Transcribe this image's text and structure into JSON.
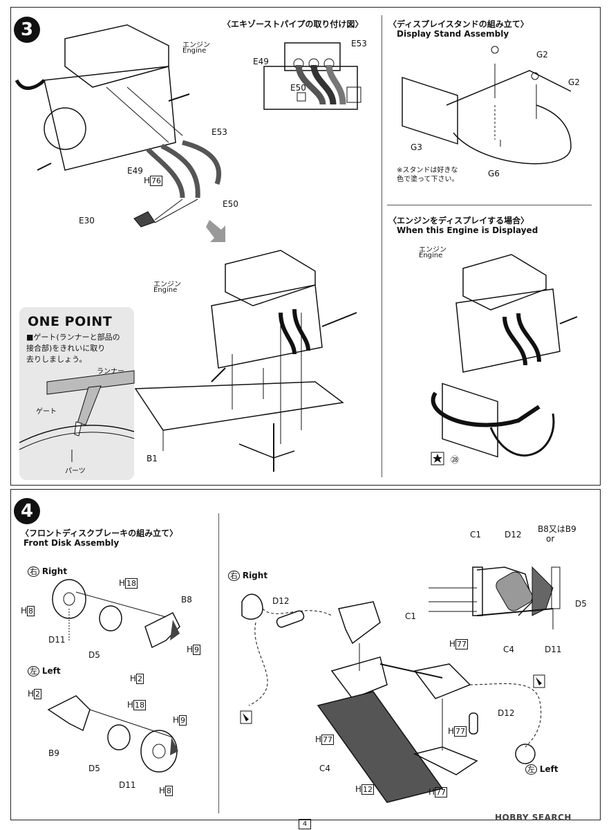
{
  "step3": {
    "number": "3",
    "exhaust": {
      "title_ja": "〈エキゾーストパイプの取り付け図〉",
      "parts": [
        "E53",
        "E49",
        "E50"
      ]
    },
    "stand": {
      "title_ja": "〈ディスプレイスタンドの組み立て〉",
      "title_en": "Display Stand Assembly",
      "parts": [
        "G2",
        "G2",
        "G3",
        "G6"
      ],
      "note_ja": "※スタンドは好きな\n色で塗って下さい。"
    },
    "displayed": {
      "title_ja": "〈エンジンをディスプレイする場合〉",
      "title_en": "When this Engine is Displayed",
      "engine_ja": "エンジン",
      "engine_en": "Engine",
      "paint_ref": "㉘"
    },
    "main": {
      "engine_ja": "エンジン",
      "engine_en": "Engine",
      "parts": [
        "E53",
        "E49",
        "H",
        "76",
        "E50",
        "E30",
        "B1"
      ],
      "engine2_ja": "エンジン",
      "engine2_en": "Engine"
    },
    "one_point": {
      "title": "ONE POINT",
      "text": "■ゲート(ランナーと部品の\n接合部)をきれいに取り\n去りしましょう。",
      "runner": "ランナー",
      "gate": "ゲート",
      "parts": "パーツ"
    }
  },
  "step4": {
    "number": "4",
    "front_disk": {
      "title_ja": "〈フロントディスクブレーキの組み立て〉",
      "title_en": "Front Disk Assembly"
    },
    "right_circle": "右",
    "right": "Right",
    "left_circle": "左",
    "left": "Left",
    "labels": {
      "h": "H",
      "n8": "8",
      "n18": "18",
      "n9": "9",
      "n2": "2",
      "n12": "12",
      "n77": "77",
      "b8": "B8",
      "b9": "B9",
      "d11": "D11",
      "d5": "D5",
      "d12": "D12",
      "c1": "C1",
      "c4": "C4",
      "b8b9": "B8又はB9",
      "or": "or"
    }
  },
  "page_number": "4",
  "watermark": "HOBBY SEARCH"
}
